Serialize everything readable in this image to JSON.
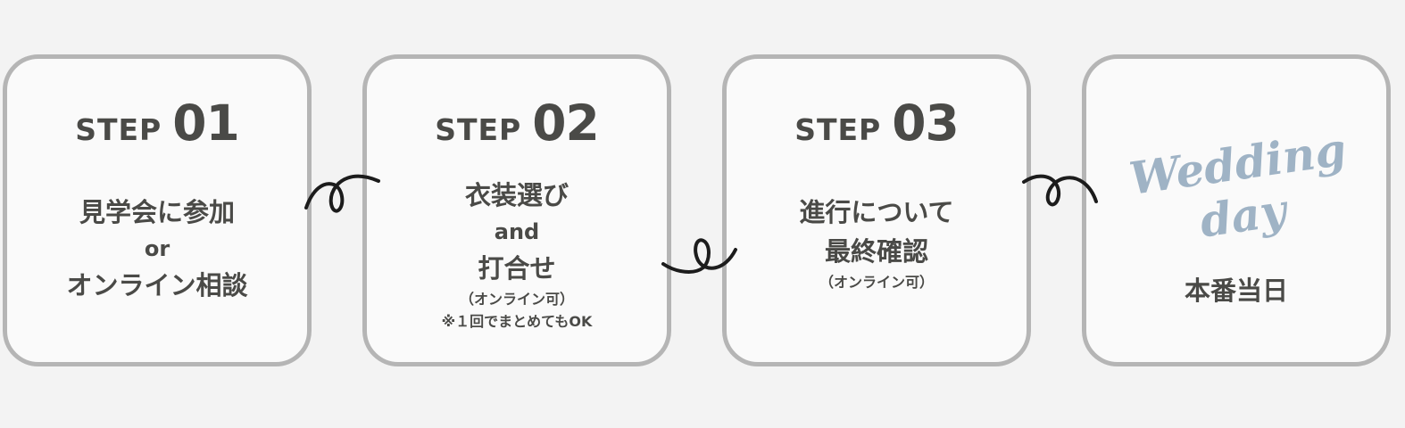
{
  "steps": [
    {
      "step_word": "STEP",
      "step_number": "01",
      "lines": [
        "見学会に参加",
        "or",
        "オンライン相談"
      ]
    },
    {
      "step_word": "STEP",
      "step_number": "02",
      "lines": [
        "衣装選び",
        "and",
        "打合せ"
      ],
      "notes": [
        "（オンライン可）",
        "※１回でまとめてもOK"
      ]
    },
    {
      "step_word": "STEP",
      "step_number": "03",
      "lines": [
        "進行について",
        "最終確認"
      ],
      "notes": [
        "（オンライン可）"
      ]
    }
  ],
  "final": {
    "script_text_1": "Wedding",
    "script_text_2": "day",
    "label": "本番当日"
  },
  "colors": {
    "border": "#b5b5b5",
    "text": "#4a4a47",
    "script": "#9fb3c5",
    "connector": "#1c1c1c"
  }
}
